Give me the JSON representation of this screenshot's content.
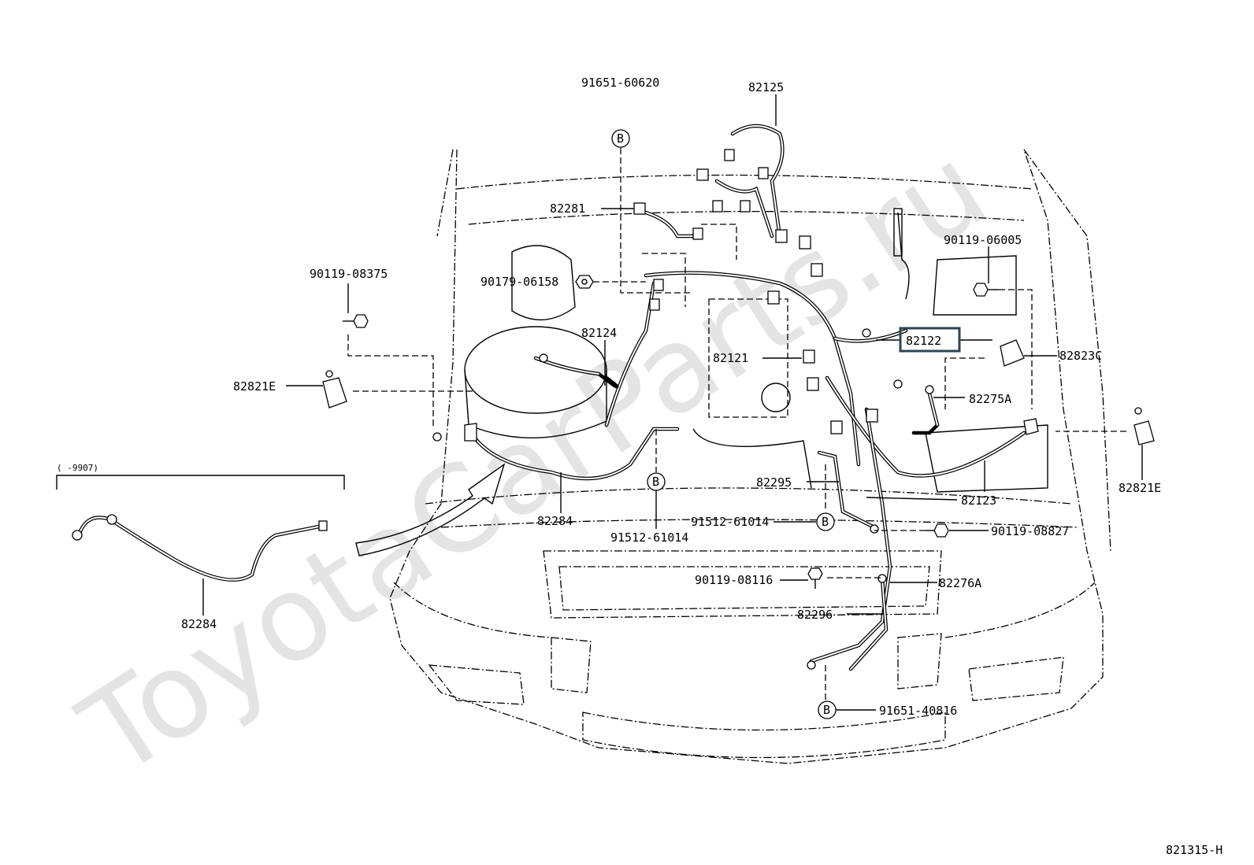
{
  "watermark": "ToyotaCarParts.ru",
  "diagram_code": "821315-H",
  "inset_range": "(      -9907)",
  "highlight_color": "#2f4554",
  "labels": {
    "p82125": "82125",
    "p91651_60620": "91651-60620",
    "p82281": "82281",
    "p90119_06005": "90119-06005",
    "p90119_08375": "90119-08375",
    "p90179_06158": "90179-06158",
    "p82124": "82124",
    "p82122": "82122",
    "p82823C": "82823C",
    "p82121": "82121",
    "p82821E_left": "82821E",
    "p82275A": "82275A",
    "p82821E_right": "82821E",
    "p82295": "82295",
    "p82123": "82123",
    "p82284_main": "82284",
    "p91512_61014_a": "91512-61014",
    "p91512_61014_b": "91512-61014",
    "p90119_08827": "90119-08827",
    "p90119_08116": "90119-08116",
    "p82276A": "82276A",
    "p82296": "82296",
    "p91651_40816": "91651-40816",
    "p82284_inset": "82284"
  },
  "marker_letter": "B"
}
